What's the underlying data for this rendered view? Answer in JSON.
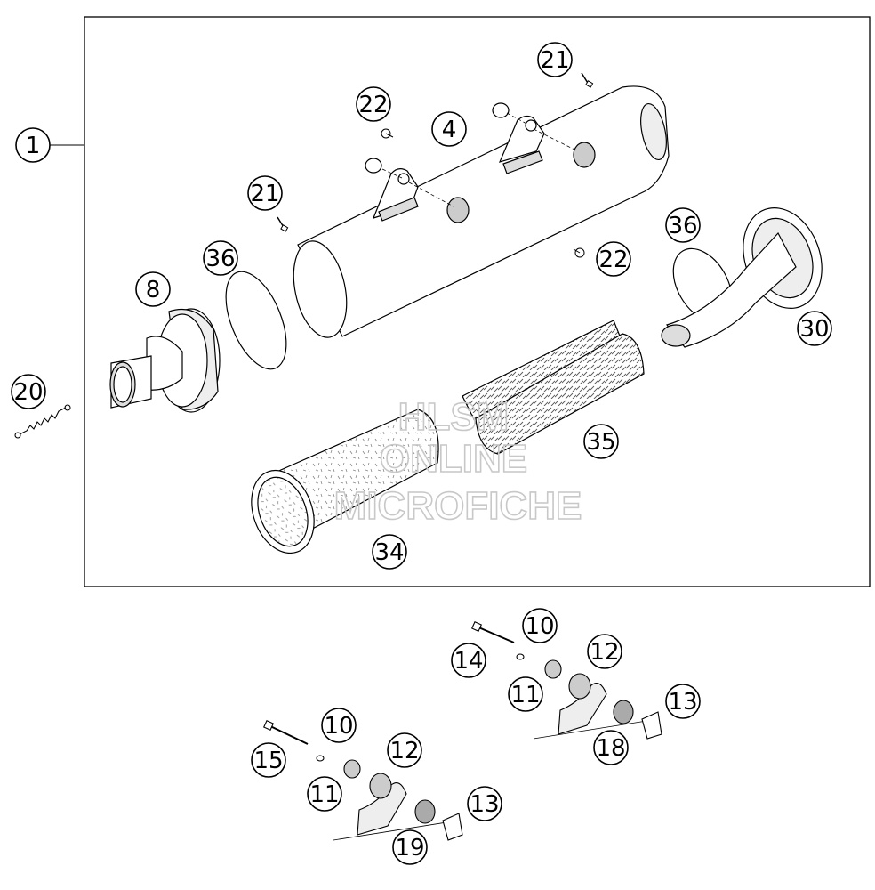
{
  "watermark": [
    "HLSM",
    "ONLINE",
    "MICROFICHE"
  ],
  "callouts": {
    "c1": "1",
    "c4": "4",
    "c8": "8",
    "c20": "20",
    "c21a": "21",
    "c21b": "21",
    "c22a": "22",
    "c22b": "22",
    "c30": "30",
    "c34": "34",
    "c35": "35",
    "c36a": "36",
    "c36b": "36",
    "r_c10": "10",
    "r_c11": "11",
    "r_c12": "12",
    "r_c13": "13",
    "r_c14": "14",
    "r_c18": "18",
    "l_c10": "10",
    "l_c11": "11",
    "l_c12": "12",
    "l_c13": "13",
    "l_c15": "15",
    "l_c19": "19"
  }
}
